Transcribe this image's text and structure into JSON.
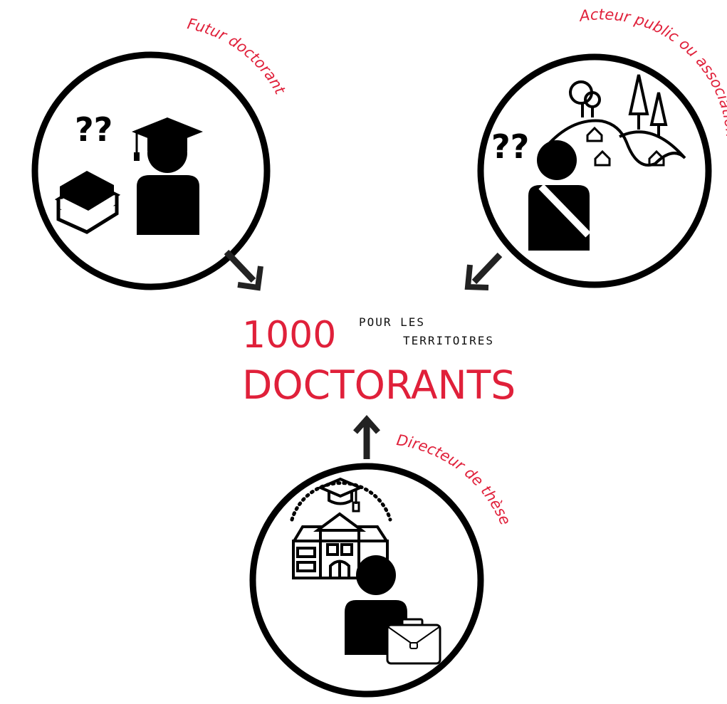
{
  "title": {
    "number": "1000",
    "word": "DOCTORANTS",
    "line1": "POUR LES",
    "line2": "TERRITOIRES"
  },
  "actors": {
    "student": {
      "label": "Futur doctorant",
      "question_marks": "??"
    },
    "public_actor": {
      "label": "Acteur public ou association",
      "question_marks": "??"
    },
    "supervisor": {
      "label": "Directeur de thèse"
    }
  },
  "colors": {
    "accent": "#e0203a",
    "ink": "#111111",
    "arrow": "#222222"
  }
}
